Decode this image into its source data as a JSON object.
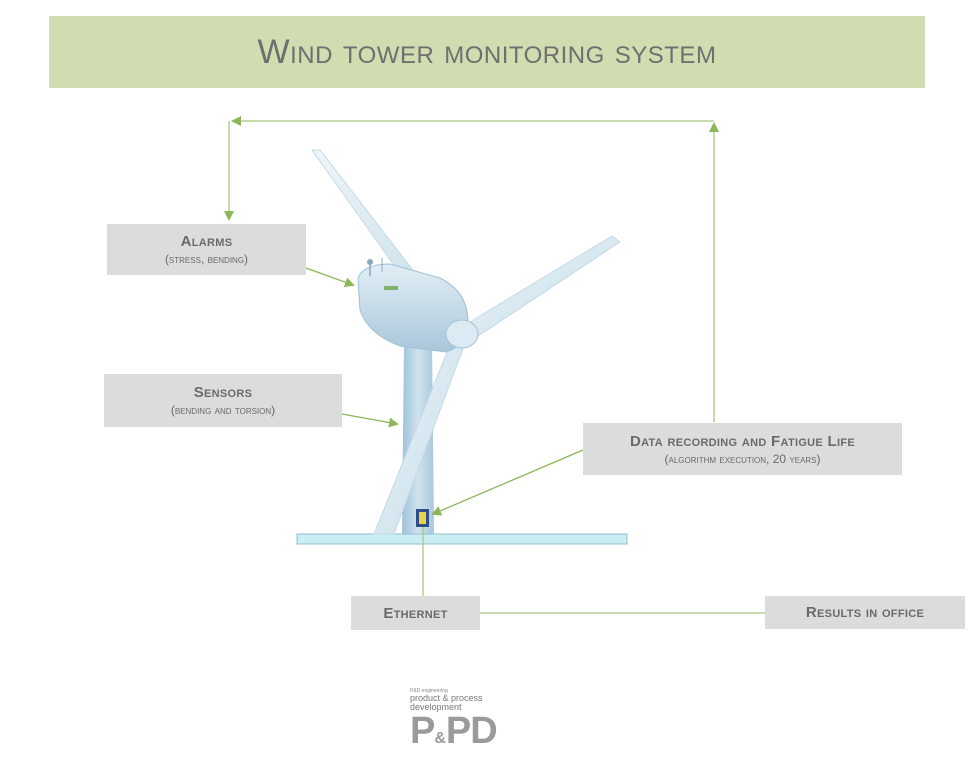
{
  "title": "Wind tower monitoring system",
  "boxes": {
    "alarms": {
      "main": "Alarms",
      "sub": "(stress, bending)"
    },
    "sensors": {
      "main": "Sensors",
      "sub": "(bending and torsion)"
    },
    "data_recording": {
      "main": "Data recording and Fatigue Life",
      "sub": "(algorithm execution, 20 years)"
    },
    "ethernet": {
      "main": "Ethernet"
    },
    "results": {
      "main": "Results in office"
    }
  },
  "logo": {
    "tiny_text": "P&D engineering",
    "tagline_1": "product & process",
    "tagline_2": "development",
    "brand_left": "P",
    "brand_amp": "&",
    "brand_right": "PD"
  },
  "colors": {
    "banner": "#cfddb0",
    "box": "#dcdcdc",
    "arrow": "#8db65a",
    "line": "#a8c880",
    "tower": "#b9d4e4",
    "blade": "#d8e8f1",
    "base": "#cbeef3",
    "controller": "#2e4f8a"
  }
}
